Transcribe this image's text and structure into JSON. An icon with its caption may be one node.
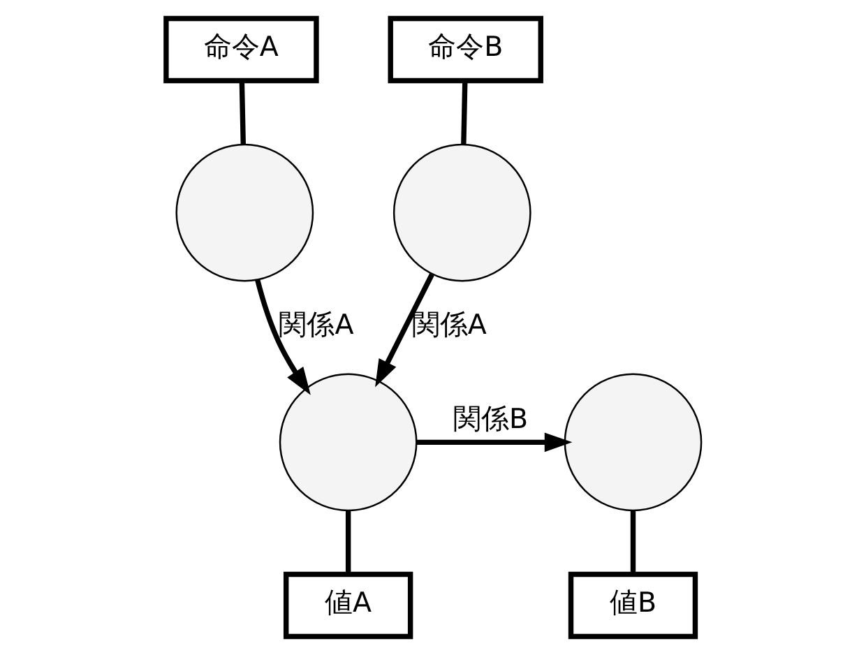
{
  "diagram": {
    "nodes": [
      {
        "text": [
          "命令A"
        ]
      },
      {
        "text": [],
        "shape": "circle"
      },
      {
        "text": [
          "命令B"
        ]
      },
      {
        "text": [],
        "shape": "circle"
      },
      {
        "text": [],
        "shape": "circle"
      },
      {
        "text": [
          "値A"
        ]
      },
      {
        "text": [],
        "shape": "circle"
      },
      {
        "text": [
          "値B"
        ]
      }
    ],
    "edges": [
      {
        "from": 0,
        "to": 1,
        "arrow": "none"
      },
      {
        "from": 2,
        "to": 3,
        "arrow": "none"
      },
      {
        "from": 1,
        "to": 4,
        "arrow": "to",
        "label": "関係A"
      },
      {
        "from": 3,
        "to": 4,
        "arrow": "to",
        "label": "関係A"
      },
      {
        "from": 4,
        "to": 6,
        "arrow": "to",
        "label": "関係B"
      },
      {
        "from": 4,
        "to": 5,
        "arrow": "none"
      },
      {
        "from": 6,
        "to": 7,
        "arrow": "none"
      }
    ]
  }
}
